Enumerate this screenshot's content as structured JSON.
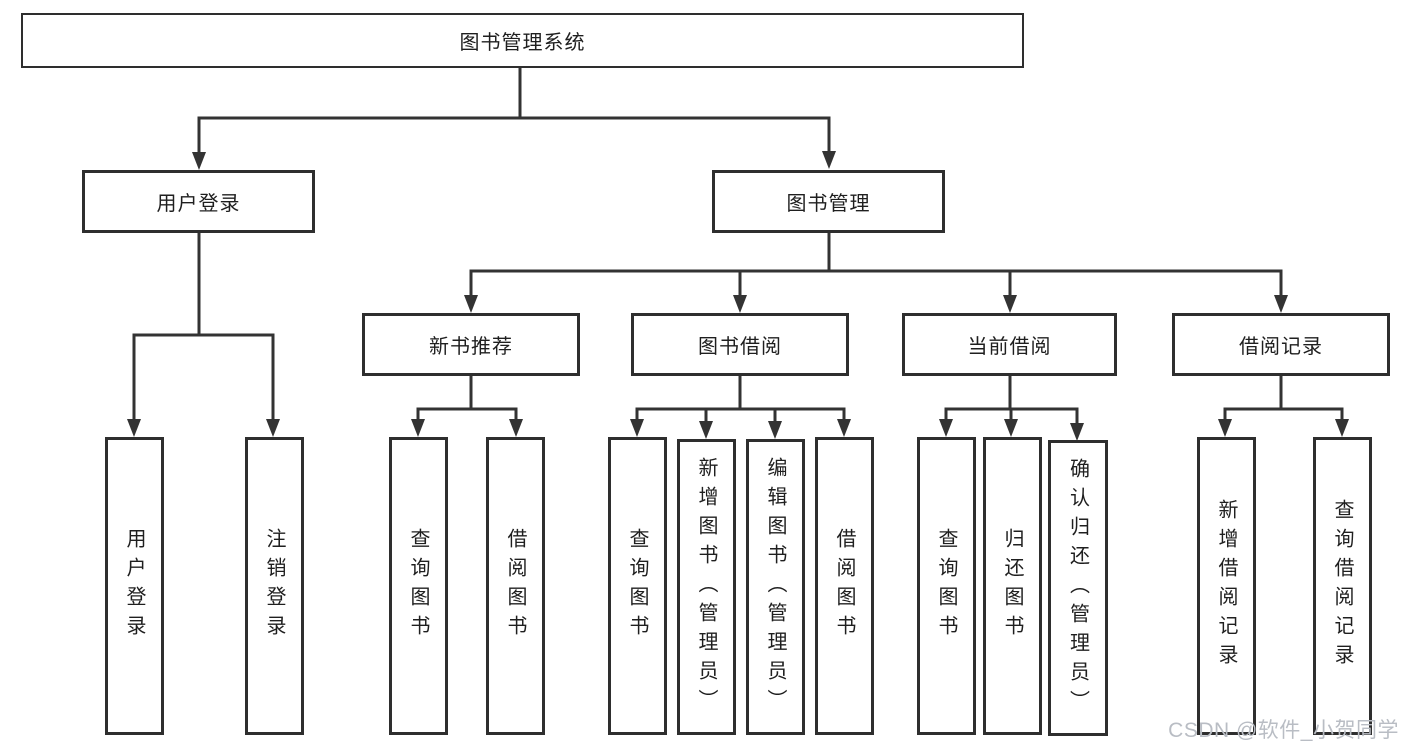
{
  "diagram_type": "tree",
  "tree": {
    "root": {
      "label": "图书管理系统"
    },
    "children": [
      {
        "label": "用户登录",
        "children": [
          {
            "label": "用户登录"
          },
          {
            "label": "注销登录"
          }
        ]
      },
      {
        "label": "图书管理",
        "children": [
          {
            "label": "新书推荐",
            "children": [
              {
                "label": "查询图书"
              },
              {
                "label": "借阅图书"
              }
            ]
          },
          {
            "label": "图书借阅",
            "children": [
              {
                "label": "查询图书"
              },
              {
                "label": "新增图书（管理员）"
              },
              {
                "label": "编辑图书（管理员）"
              },
              {
                "label": "借阅图书"
              }
            ]
          },
          {
            "label": "当前借阅",
            "children": [
              {
                "label": "查询图书"
              },
              {
                "label": "归还图书"
              },
              {
                "label": "确认归还（管理员）"
              }
            ]
          },
          {
            "label": "借阅记录",
            "children": [
              {
                "label": "新增借阅记录"
              },
              {
                "label": "查询借阅记录"
              }
            ]
          }
        ]
      }
    ]
  },
  "watermark": {
    "text": "CSDN @软件_小贺同学"
  },
  "colors": {
    "line": "#333333",
    "box_border": "#2e2e2e",
    "text": "#1f1f1f",
    "background": "#ffffff",
    "watermark": "#b9bdc4"
  }
}
